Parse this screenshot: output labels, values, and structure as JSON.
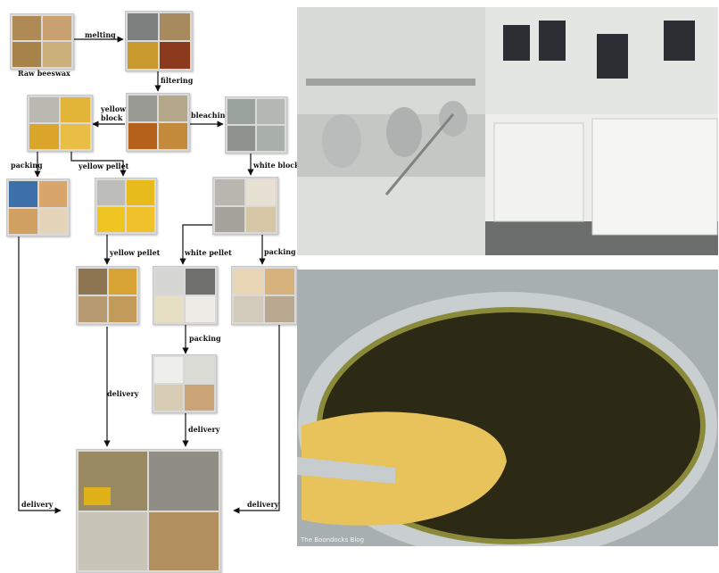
{
  "flowchart": {
    "labels": {
      "raw_beeswax": "Raw beeswax",
      "melting": "melting",
      "filtering": "filtering",
      "yellow_block": [
        "yellow",
        "block"
      ],
      "bleaching": "bleaching",
      "packing_left": "packing",
      "yellow_pellet_1": "yellow pellet",
      "white_block": "white block",
      "yellow_pellet_2": "yellow pellet",
      "white_pellet": "white pellet",
      "packing_right": "packing",
      "packing_mid": "packing",
      "delivery_left": "delivery",
      "delivery_center_1": "delivery",
      "delivery_center_2": "delivery",
      "delivery_right": "delivery"
    }
  },
  "photos": {
    "watermark": "The Boondocks Blog"
  }
}
